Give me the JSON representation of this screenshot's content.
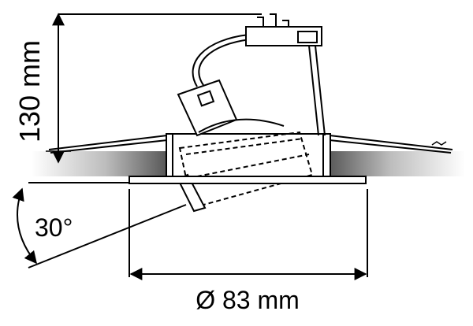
{
  "dimensions": {
    "height_label": "130 mm",
    "angle_label": "30°",
    "diameter_label": "Ø 83 mm"
  },
  "colors": {
    "stroke": "#000000",
    "ceiling_shadow": "#9a9a9a"
  }
}
